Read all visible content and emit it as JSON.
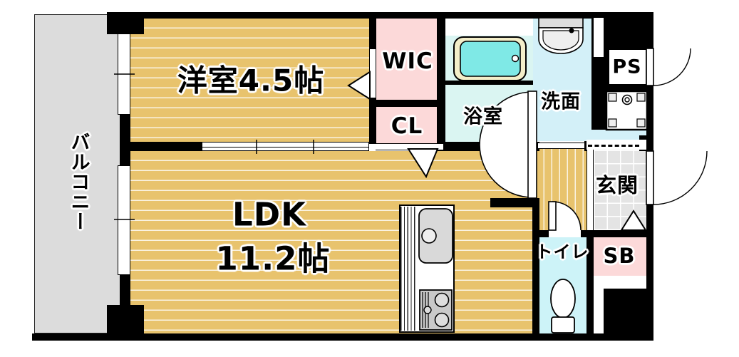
{
  "labels": {
    "balcony": "バルコニー",
    "western_room": "洋室4.5帖",
    "walk_in_closet": "WIC",
    "closet": "CL",
    "bathroom": "浴室",
    "washroom": "洗面",
    "pipe_space": "PS",
    "ldk": "LDK",
    "ldk_size": "11.2帖",
    "entrance": "玄関",
    "toilet": "トイレ",
    "shoe_box": "SB"
  },
  "colors": {
    "wall": "#000000",
    "wood_floor": "#e8c36d",
    "balcony_gray": "#dcdcdc",
    "closet_pink": "#fcd9d9",
    "bathroom_cyan": "#daf5f2",
    "washroom_cyan": "#d3f0f8",
    "toilet_cyan": "#cdf3f8",
    "bathtub_cyan": "#7fe9e6",
    "bathtub_rim": "#f3eec9",
    "entrance_tile": "#e4e4e4"
  },
  "fixtures": [
    "bathtub-icon",
    "washbasin-icon",
    "washing-machine-pan-icon",
    "toilet-icon",
    "kitchen-sink-icon",
    "gas-stove-icon",
    "door-swing-arc",
    "sliding-door",
    "window"
  ]
}
